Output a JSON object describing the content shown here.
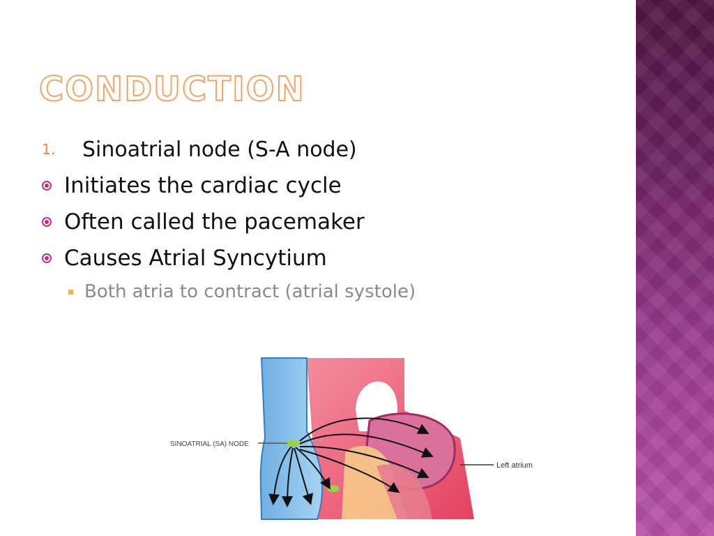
{
  "slide": {
    "title": "Conduction",
    "items": [
      {
        "marker": "1.",
        "text": "Sinoatrial node (S-A node)"
      },
      {
        "text": "Initiates the cardiac cycle"
      },
      {
        "text": "Often called the pacemaker"
      },
      {
        "text": "Causes Atrial Syncytium"
      }
    ],
    "sub_items": [
      {
        "text": "Both atria to contract (atrial systole)"
      }
    ]
  },
  "diagram": {
    "labels": {
      "sa_node": "SINOATRIAL (SA) NODE",
      "left_atrium": "Left atrium"
    }
  },
  "colors": {
    "title_outline": "#f1a36a",
    "bullet": "#c0327f",
    "accent_band": "#6b2260",
    "sub_bullet": "#f3b046"
  }
}
